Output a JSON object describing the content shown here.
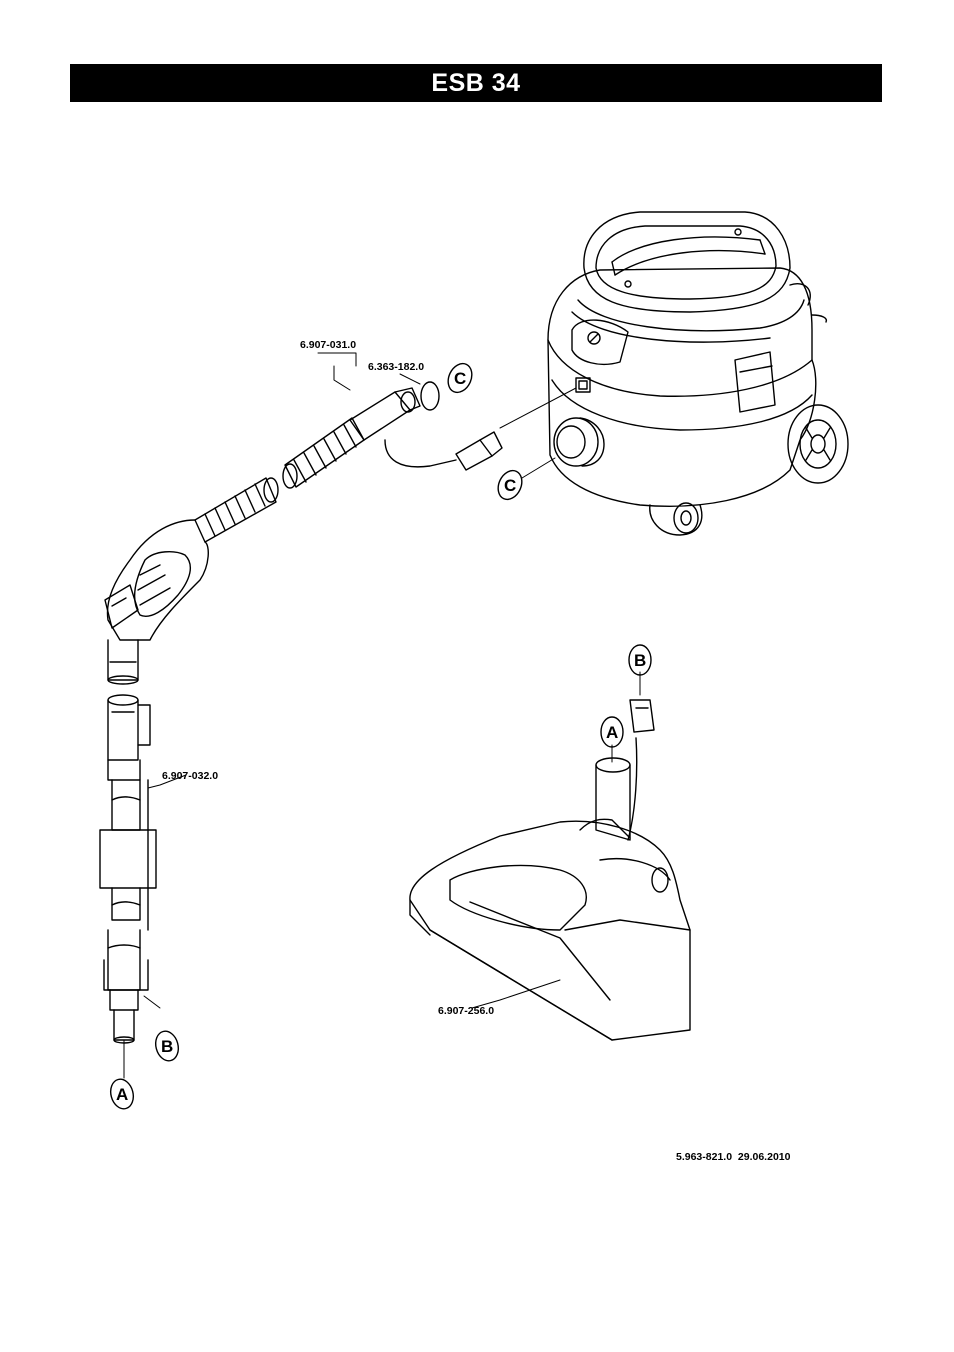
{
  "header": {
    "title": "ESB 34"
  },
  "parts": {
    "hose_assembly": "6.907-031.0",
    "o_ring": "6.363-182.0",
    "extension_tube": "6.907-032.0",
    "power_nozzle": "6.907-256.0"
  },
  "callouts": {
    "a": "A",
    "b": "B",
    "c": "C"
  },
  "footer": {
    "doc_number": "5.963-821.0",
    "date": "29.06.2010"
  }
}
